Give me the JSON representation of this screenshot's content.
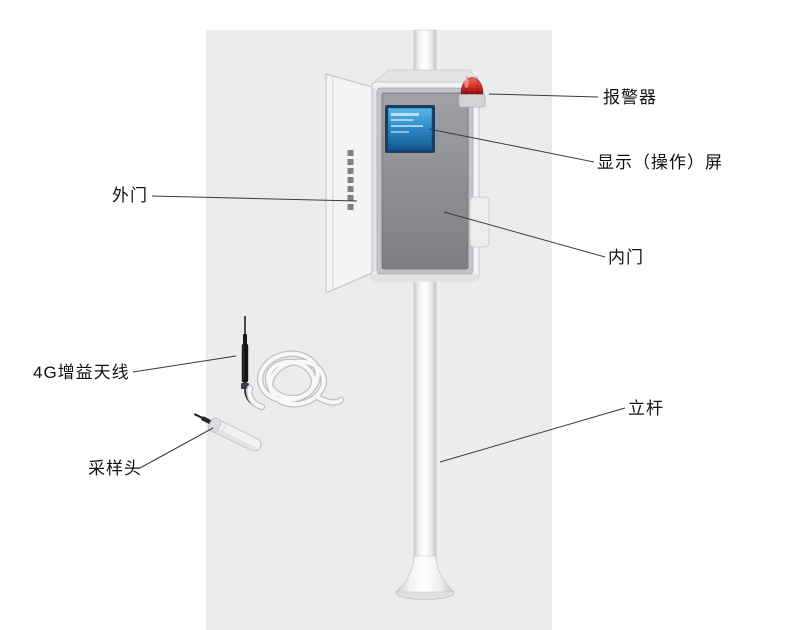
{
  "labels": {
    "alarm": "报警器",
    "display_screen": "显示（操作）屏",
    "outer_door": "外门",
    "inner_door": "内门",
    "pole": "立杆",
    "antenna_4g": "4G增益天线",
    "sampling_head": "采样头"
  },
  "colors": {
    "page_background": "#ffffff",
    "panel_background": "#ebecee",
    "cabinet_white": "#f3f3f5",
    "inner_door_gray": "#8d8f93",
    "screen_blue": "#2d86c6",
    "alarm_red": "#d93a30",
    "label_text": "#111111",
    "leader_line": "#3a3a3a"
  }
}
